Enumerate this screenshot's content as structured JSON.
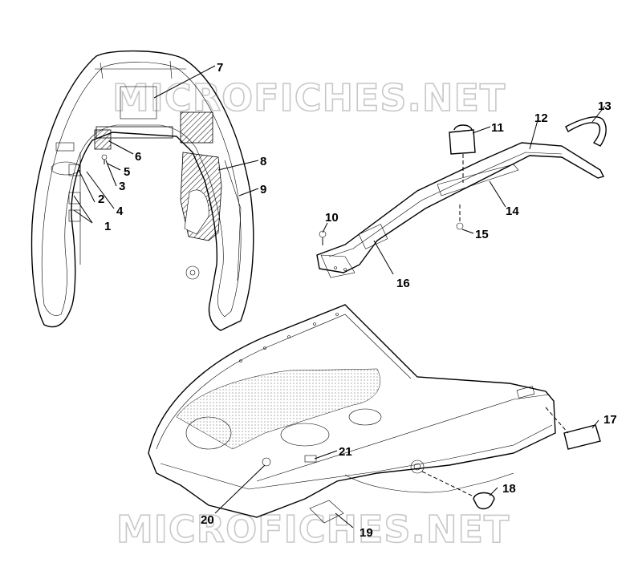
{
  "watermarks": [
    "MICROFICHES.NET",
    "MICROFICHES.NET"
  ],
  "callouts": [
    "1",
    "2",
    "3",
    "4",
    "5",
    "6",
    "7",
    "8",
    "9",
    "10",
    "11",
    "12",
    "13",
    "14",
    "15",
    "16",
    "17",
    "18",
    "19",
    "20",
    "21"
  ]
}
